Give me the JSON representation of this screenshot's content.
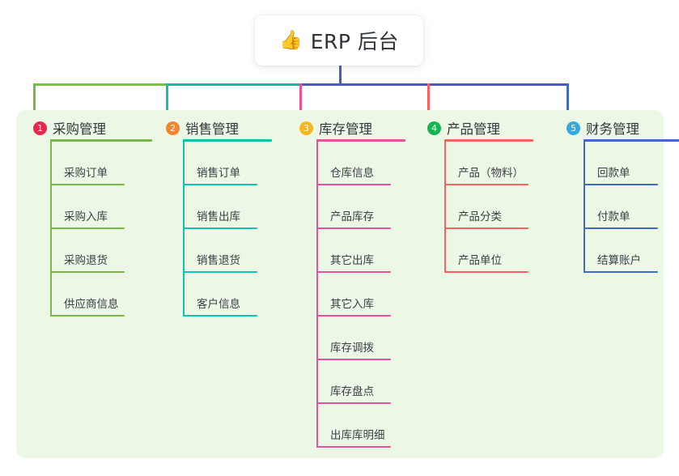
{
  "root": {
    "icon": "thumbs-up-icon",
    "icon_glyph": "👍",
    "title": "ERP 后台"
  },
  "palette": {
    "page_background": "#ffffff",
    "panel_background": "#edf7e6",
    "card_background": "#ffffff",
    "text": "#33383d",
    "trunk": "#4a5bc0",
    "segment_green": "#7ac143",
    "segment_teal": "#06bfa5",
    "segment_blue": "#4a5bc0"
  },
  "columns": [
    {
      "index": "1",
      "badge_number": "1",
      "badge_color": "#e8274b",
      "line_color": "#7ab648",
      "title": "采购管理",
      "items": [
        {
          "label": "采购订单"
        },
        {
          "label": "采购入库"
        },
        {
          "label": "采购退货"
        },
        {
          "label": "供应商信息"
        }
      ]
    },
    {
      "index": "2",
      "badge_number": "2",
      "badge_color": "#f08632",
      "line_color": "#0ec2ad",
      "title": "销售管理",
      "items": [
        {
          "label": "销售订单"
        },
        {
          "label": "销售出库"
        },
        {
          "label": "销售退货"
        },
        {
          "label": "客户信息"
        }
      ]
    },
    {
      "index": "3",
      "badge_number": "3",
      "badge_color": "#f5b823",
      "line_color": "#e8509b",
      "title": "库存管理",
      "items": [
        {
          "label": "仓库信息"
        },
        {
          "label": "产品库存"
        },
        {
          "label": "其它出库"
        },
        {
          "label": "其它入库"
        },
        {
          "label": "库存调拨"
        },
        {
          "label": "库存盘点"
        },
        {
          "label": "出库库明细"
        }
      ]
    },
    {
      "index": "4",
      "badge_number": "4",
      "badge_color": "#19b352",
      "line_color": "#f9605f",
      "title": "产品管理",
      "items": [
        {
          "label": "产品（物料）"
        },
        {
          "label": "产品分类"
        },
        {
          "label": "产品单位"
        }
      ]
    },
    {
      "index": "5",
      "badge_number": "5",
      "badge_color": "#36a9e0",
      "line_color": "#4169c8",
      "title": "财务管理",
      "items": [
        {
          "label": "回款单"
        },
        {
          "label": "付款单"
        },
        {
          "label": "结算账户"
        }
      ]
    }
  ]
}
